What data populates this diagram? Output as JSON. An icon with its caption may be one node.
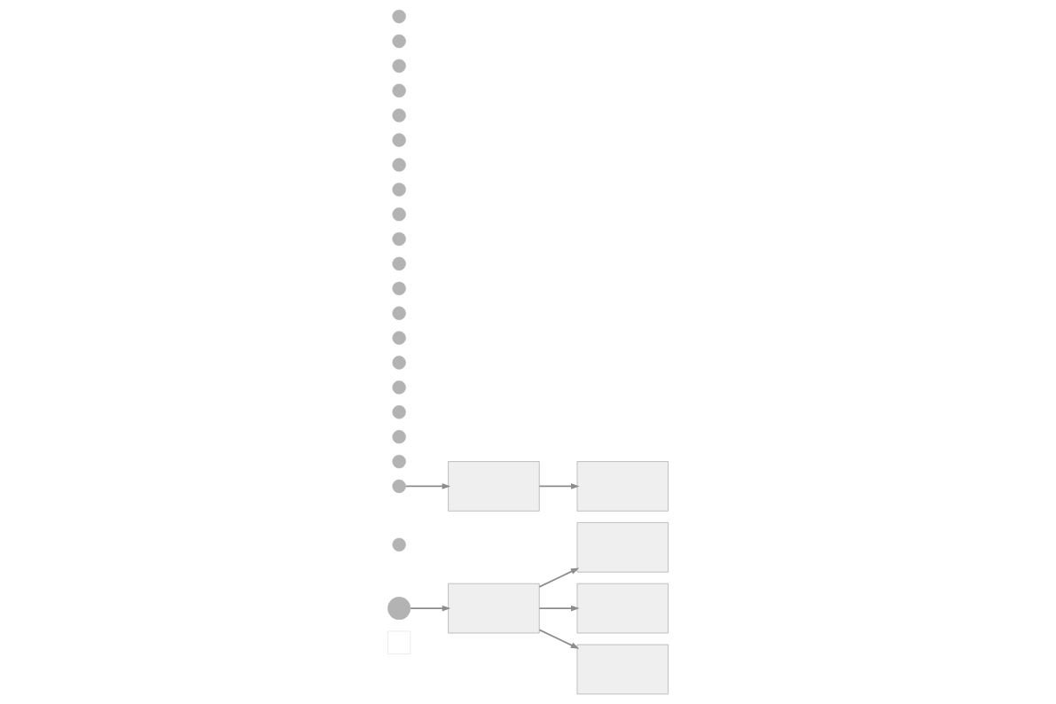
{
  "diagram": {
    "nodes": [
      {
        "text": [],
        "shape": "box"
      },
      {
        "text": [],
        "shape": "circle"
      },
      {
        "text": [],
        "shape": "box"
      },
      {
        "text": [],
        "shape": "box"
      },
      {
        "text": [],
        "shape": "circle"
      },
      {
        "text": [],
        "shape": "circle"
      },
      {
        "text": [],
        "shape": "circle"
      },
      {
        "text": [],
        "shape": "circle"
      },
      {
        "text": [],
        "shape": "circle"
      },
      {
        "text": [],
        "shape": "box"
      },
      {
        "text": [],
        "shape": "circle"
      },
      {
        "text": [],
        "shape": "circle"
      },
      {
        "text": [],
        "shape": "box"
      },
      {
        "text": [],
        "shape": "circle"
      },
      {
        "text": [],
        "shape": "circle"
      },
      {
        "text": [],
        "shape": "circle"
      },
      {
        "text": [],
        "shape": "circle"
      },
      {
        "text": [],
        "shape": "box"
      },
      {
        "text": [],
        "shape": "circle"
      },
      {
        "text": [],
        "shape": "circle"
      },
      {
        "text": [],
        "shape": "circle"
      },
      {
        "text": [],
        "shape": "circle"
      },
      {
        "text": [],
        "shape": "circle"
      },
      {
        "text": [],
        "shape": "box"
      },
      {
        "text": [],
        "shape": "circle"
      },
      {
        "text": [],
        "shape": "circle"
      },
      {
        "text": [],
        "shape": "circle"
      },
      {
        "text": [],
        "shape": "circle"
      },
      {
        "text": [],
        "shape": "circle"
      }
    ],
    "edges": [
      {
        "from": 1,
        "to": 2,
        "arrow": "to"
      },
      {
        "from": 2,
        "to": 3,
        "arrow": "to"
      },
      {
        "from": 2,
        "to": 9,
        "arrow": "to"
      },
      {
        "from": 2,
        "to": 12,
        "arrow": "to"
      },
      {
        "from": 5,
        "to": 17,
        "arrow": "to"
      },
      {
        "from": 17,
        "to": 23,
        "arrow": "to"
      }
    ]
  }
}
